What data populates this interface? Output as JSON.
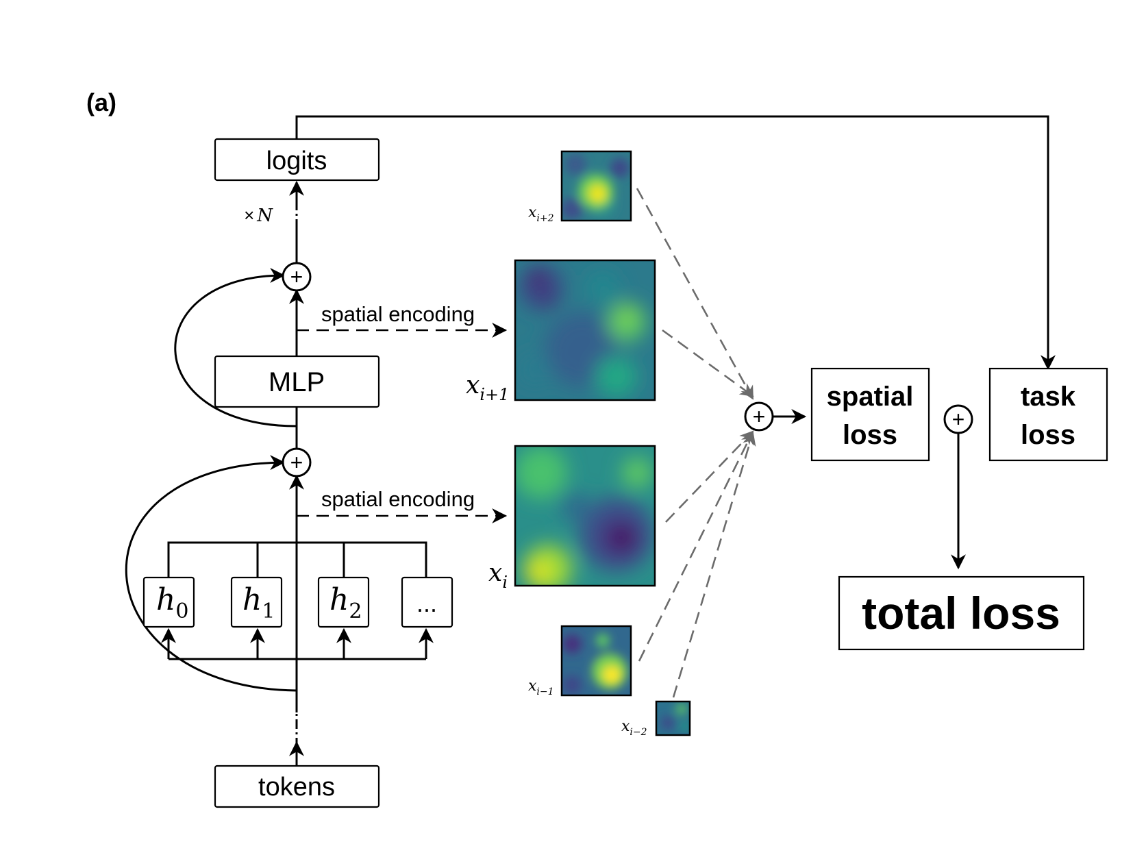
{
  "panel_label": "(a)",
  "nodes": {
    "logits": "logits",
    "mlp": "MLP",
    "tokens": "tokens",
    "spatial_loss_line1": "spatial",
    "spatial_loss_line2": "loss",
    "task_loss_line1": "task",
    "task_loss_line2": "loss",
    "total_loss": "total loss"
  },
  "heads": [
    {
      "base": "h",
      "sub": "0"
    },
    {
      "base": "h",
      "sub": "1"
    },
    {
      "base": "h",
      "sub": "2"
    },
    {
      "base": "...",
      "sub": ""
    }
  ],
  "repeat_label": {
    "times": "×",
    "n": "N"
  },
  "edge_labels": {
    "spatial_encoding_top": "spatial encoding",
    "spatial_encoding_bottom": "spatial encoding"
  },
  "plus_symbol": "+",
  "maps": {
    "x_i_plus_2": {
      "base": "x",
      "sub": "i+2"
    },
    "x_i_plus_1": {
      "base": "x",
      "sub": "i+1"
    },
    "x_i": {
      "base": "x",
      "sub": "i"
    },
    "x_i_minus_1": {
      "base": "x",
      "sub": "i−1"
    },
    "x_i_minus_2": {
      "base": "x",
      "sub": "i−2"
    }
  },
  "colors": {
    "map_dark": "#440154",
    "map_mid": "#31688e",
    "map_teal": "#21918c",
    "map_green": "#5ec962",
    "map_yellow": "#fde725",
    "comparison_arrow": "#6b6b6b"
  }
}
